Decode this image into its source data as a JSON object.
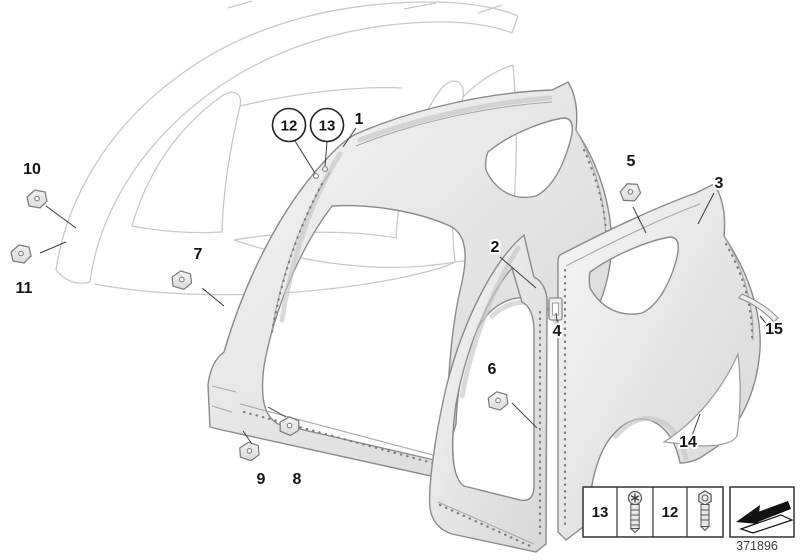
{
  "diagram": {
    "id": "371896"
  },
  "callouts": {
    "n1": "1",
    "n2": "2",
    "n3": "3",
    "n4": "4",
    "n5": "5",
    "n6": "6",
    "n7": "7",
    "n8": "8",
    "n9": "9",
    "n10": "10",
    "n11": "11",
    "n12": "12",
    "n13": "13",
    "n14": "14",
    "n15": "15"
  },
  "legend": {
    "item1": {
      "label": "13",
      "icon": "torx-screw-icon"
    },
    "item2": {
      "label": "12",
      "icon": "hex-flange-screw-icon"
    }
  },
  "icons": {
    "direction_arrow": "direction-arrow-icon",
    "torx_screw": "torx-screw-icon",
    "hex_flange_screw": "hex-flange-screw-icon"
  },
  "colors": {
    "line": "#8a8a8a",
    "ghost_line": "#c9c9c9",
    "panel_fill_light": "#f6f6f6",
    "panel_fill_dark": "#d7d7d7",
    "label_text": "#141414"
  }
}
